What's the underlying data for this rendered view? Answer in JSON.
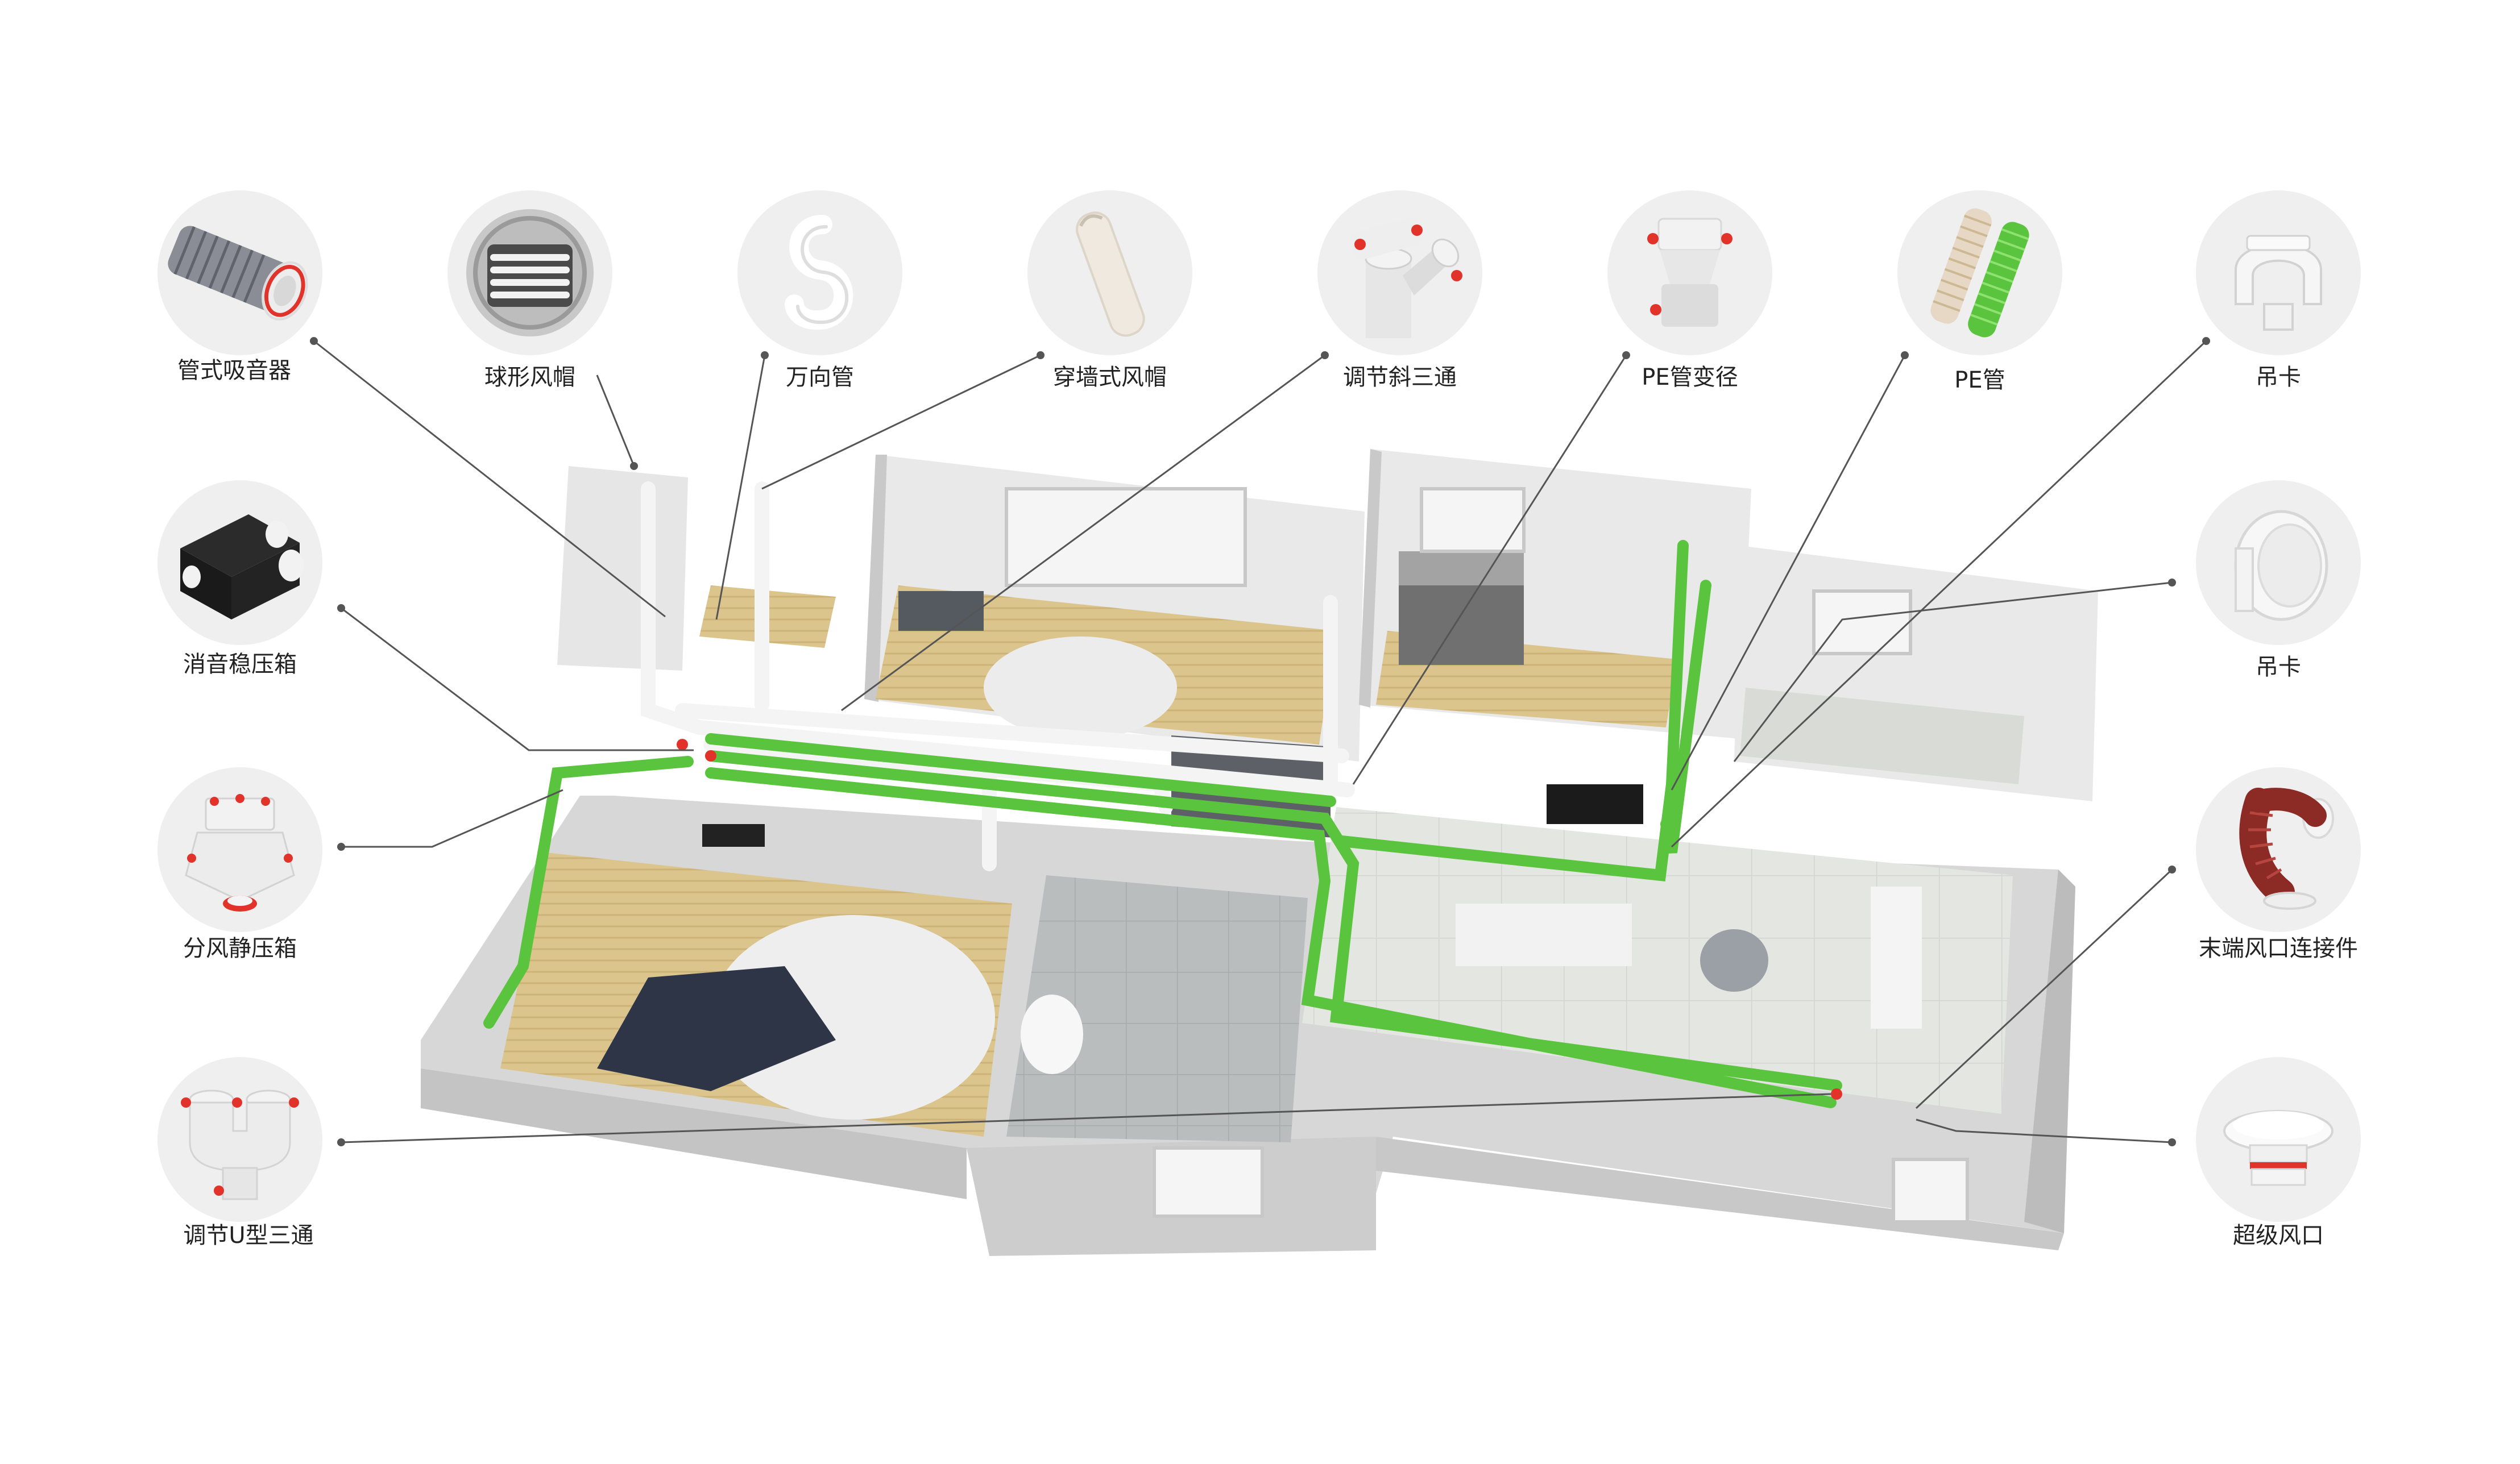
{
  "components": [
    {
      "id": "pipe-silencer",
      "label": "管式吸音器",
      "icon": "flexible-silencer-duct-icon"
    },
    {
      "id": "spherical-cap",
      "label": "球形风帽",
      "icon": "spherical-vent-cap-icon"
    },
    {
      "id": "universal-pipe",
      "label": "万向管",
      "icon": "s-bend-pipe-icon"
    },
    {
      "id": "wall-vent-cap",
      "label": "穿墙式风帽",
      "icon": "wall-vent-cap-icon"
    },
    {
      "id": "angled-tee",
      "label": "调节斜三通",
      "icon": "adjustable-angled-tee-icon"
    },
    {
      "id": "pe-reducer",
      "label": "PE管变径",
      "icon": "pe-reducer-icon"
    },
    {
      "id": "pe-pipe",
      "label": "PE管",
      "icon": "pe-pipe-icon"
    },
    {
      "id": "hanger-1",
      "label": "吊卡",
      "icon": "pipe-hanger-clamp-icon"
    },
    {
      "id": "muffler-box",
      "label": "消音稳压箱",
      "icon": "muffler-plenum-box-icon"
    },
    {
      "id": "hanger-2",
      "label": "吊卡",
      "icon": "pipe-hanger-ring-icon"
    },
    {
      "id": "distribution-box",
      "label": "分风静压箱",
      "icon": "air-distribution-box-icon"
    },
    {
      "id": "terminal-connector",
      "label": "末端风口连接件",
      "icon": "terminal-vent-connector-icon"
    },
    {
      "id": "u-tee",
      "label": "调节U型三通",
      "icon": "adjustable-u-tee-icon"
    },
    {
      "id": "super-vent",
      "label": "超级风口",
      "icon": "super-air-vent-icon"
    }
  ],
  "colors": {
    "pipe_green": "#5bc43f",
    "pipe_white": "#f4f4f4",
    "wall": "#e3e3e3",
    "wall_side": "#c9c9c9",
    "wood_floor": "#dcc58c",
    "tile_floor": "#e3e6e0",
    "leader_line": "#555555",
    "accent_red": "#e2332b"
  }
}
